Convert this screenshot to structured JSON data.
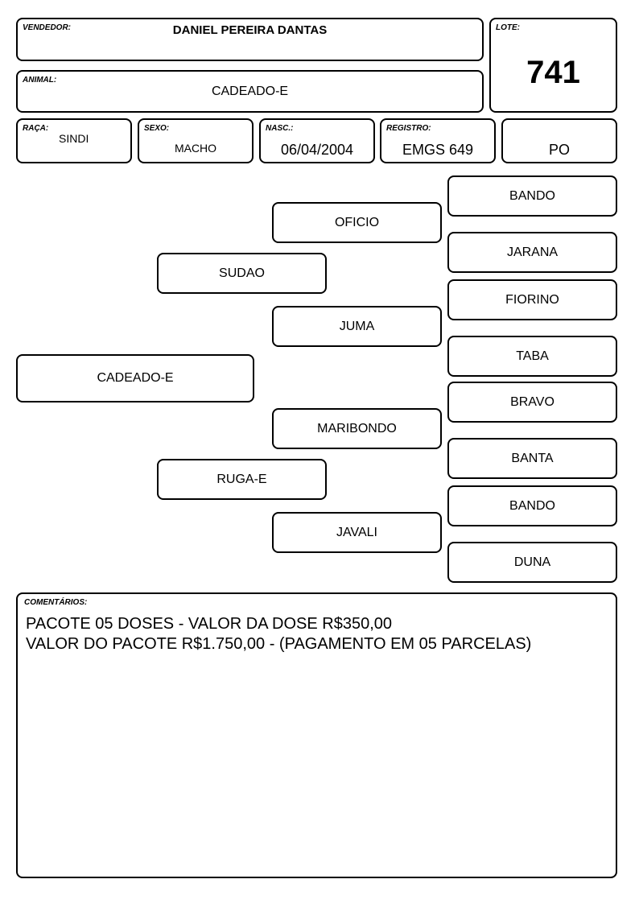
{
  "header": {
    "vendedor_label": "VENDEDOR:",
    "vendedor": "DANIEL PEREIRA DANTAS",
    "lote_label": "LOTE:",
    "lote": "741",
    "animal_label": "ANIMAL:",
    "animal": "CADEADO-E"
  },
  "info": {
    "raca_label": "RAÇA:",
    "raca": "SINDI",
    "sexo_label": "SEXO:",
    "sexo": "MACHO",
    "nasc_label": "NASC.:",
    "nasc": "06/04/2004",
    "registro_label": "REGISTRO:",
    "registro": "EMGS 649",
    "categoria": "PO"
  },
  "pedigree": {
    "animal": "CADEADO-E",
    "sire": "SUDAO",
    "dam": "RUGA-E",
    "sire_sire": "OFICIO",
    "sire_dam": "JUMA",
    "dam_sire": "MARIBONDO",
    "dam_dam": "JAVALI",
    "ggp": [
      "BANDO",
      "JARANA",
      "FIORINO",
      "TABA",
      "BRAVO",
      "BANTA",
      "BANDO",
      "DUNA"
    ]
  },
  "comments": {
    "label": "COMENTÁRIOS:",
    "line1": "PACOTE 05 DOSES - VALOR DA DOSE R$350,00",
    "line2": "VALOR DO PACOTE R$1.750,00 - (PAGAMENTO EM 05 PARCELAS)"
  }
}
